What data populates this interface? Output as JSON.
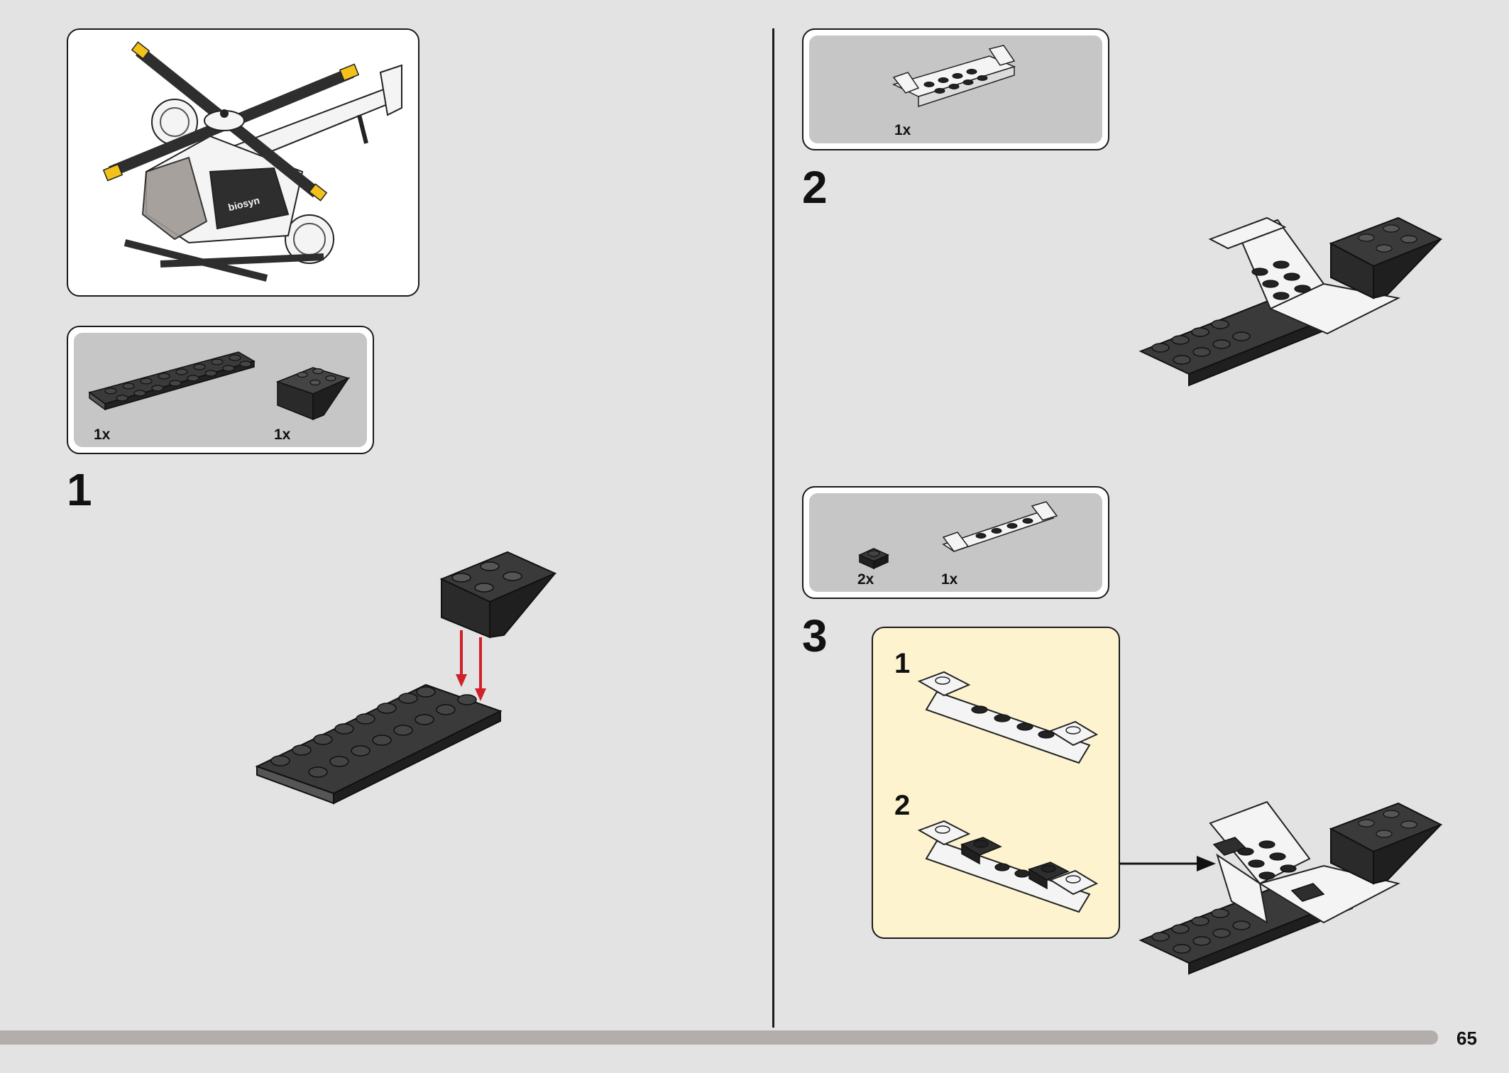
{
  "page_number": "65",
  "model_preview": {
    "logo_text": "biosyn"
  },
  "step1": {
    "number": "1",
    "parts": [
      {
        "qty": "1x"
      },
      {
        "qty": "1x"
      }
    ]
  },
  "step2": {
    "number": "2",
    "parts": [
      {
        "qty": "1x"
      }
    ]
  },
  "step3": {
    "number": "3",
    "parts": [
      {
        "qty": "2x"
      },
      {
        "qty": "1x"
      }
    ],
    "substeps": [
      {
        "number": "1"
      },
      {
        "number": "2"
      }
    ]
  },
  "colors": {
    "page_bg": "#e3e3e3",
    "parts_bg": "#c6c6c6",
    "substep_bg": "#fdf3cf",
    "brick_dark": "#2e2e2e",
    "brick_white": "#f4f4f4",
    "arrow_red": "#d0202a",
    "rotor_tip": "#f2c21a",
    "footer_bar": "#b3aeab"
  },
  "icons": [
    "arrow-down-icon",
    "arrow-right-icon"
  ]
}
